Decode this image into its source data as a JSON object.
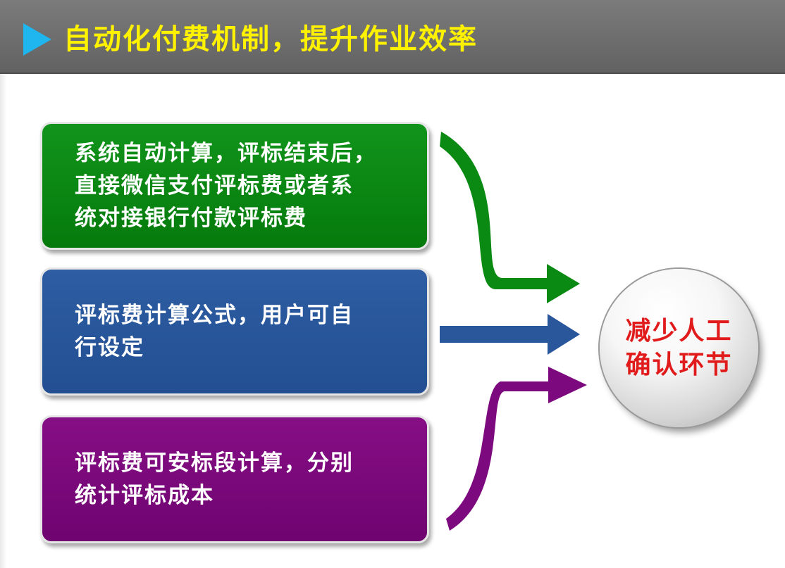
{
  "header": {
    "title": "自动化付费机制，提升作业效率"
  },
  "boxes": {
    "green": {
      "lines": [
        "系统自动计算，评标结束后，",
        "直接微信支付评标费或者系",
        "统对接银行付款评标费"
      ],
      "color": "#0a8a12"
    },
    "blue": {
      "lines": [
        "评标费计算公式，用户可自",
        "行设定"
      ],
      "color": "#2a579c"
    },
    "purple": {
      "lines": [
        "评标费可安标段计算，分别",
        "统计评标成本"
      ],
      "color": "#7d097e"
    }
  },
  "result": {
    "lines": [
      "减少人工",
      "确认环节"
    ],
    "color": "#e11b1b"
  },
  "colors": {
    "header_bg": "#6e6e6e",
    "title": "#fff200",
    "header_arrow": "#1fb5ee",
    "arrow_green": "#0a8a12",
    "arrow_blue": "#2a579c",
    "arrow_purple": "#7d097e"
  }
}
